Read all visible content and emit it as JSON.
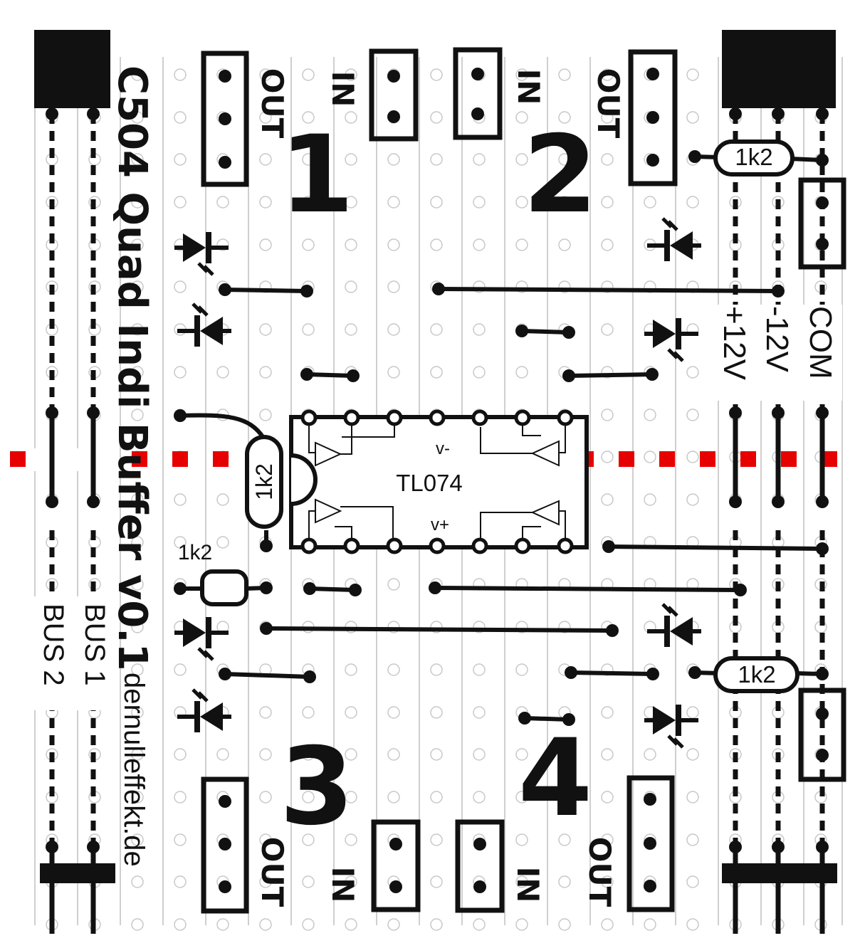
{
  "title": "C504 Quad Indi Buffer v0.1",
  "website": "dernulleffekt.de",
  "ic": {
    "name": "TL074",
    "top_label": "v-",
    "bottom_label": "v+"
  },
  "resistor_label": "1k2",
  "channels": [
    "1",
    "2",
    "3",
    "4"
  ],
  "jack_labels": {
    "out": "OUT",
    "in": "IN"
  },
  "bus_labels": [
    "BUS 1",
    "BUS 2"
  ],
  "power_labels": [
    "+12V",
    "-12V",
    "COM"
  ],
  "colors": {
    "ink": "#111111",
    "strip": "#cfcfcf",
    "hole": "#c8c8c8",
    "cut_line": "#e60000"
  }
}
